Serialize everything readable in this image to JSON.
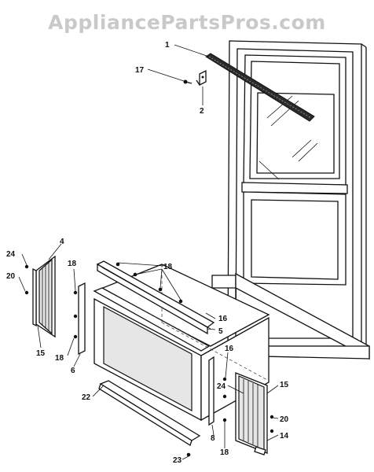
{
  "watermark": "AppliancePartsPros.com",
  "callouts": {
    "c1": "1",
    "c17": "17",
    "c2": "2",
    "c4": "4",
    "c24a": "24",
    "c20a": "20",
    "c15a": "15",
    "c18a": "18",
    "c18b": "18",
    "c6": "6",
    "c16a": "16",
    "c18c": "18",
    "c16b": "16",
    "c5": "5",
    "c16c": "16",
    "c24b": "24",
    "c15b": "15",
    "c20b": "20",
    "c14": "14",
    "c8": "8",
    "c18d": "18",
    "c22": "22",
    "c23": "23"
  }
}
